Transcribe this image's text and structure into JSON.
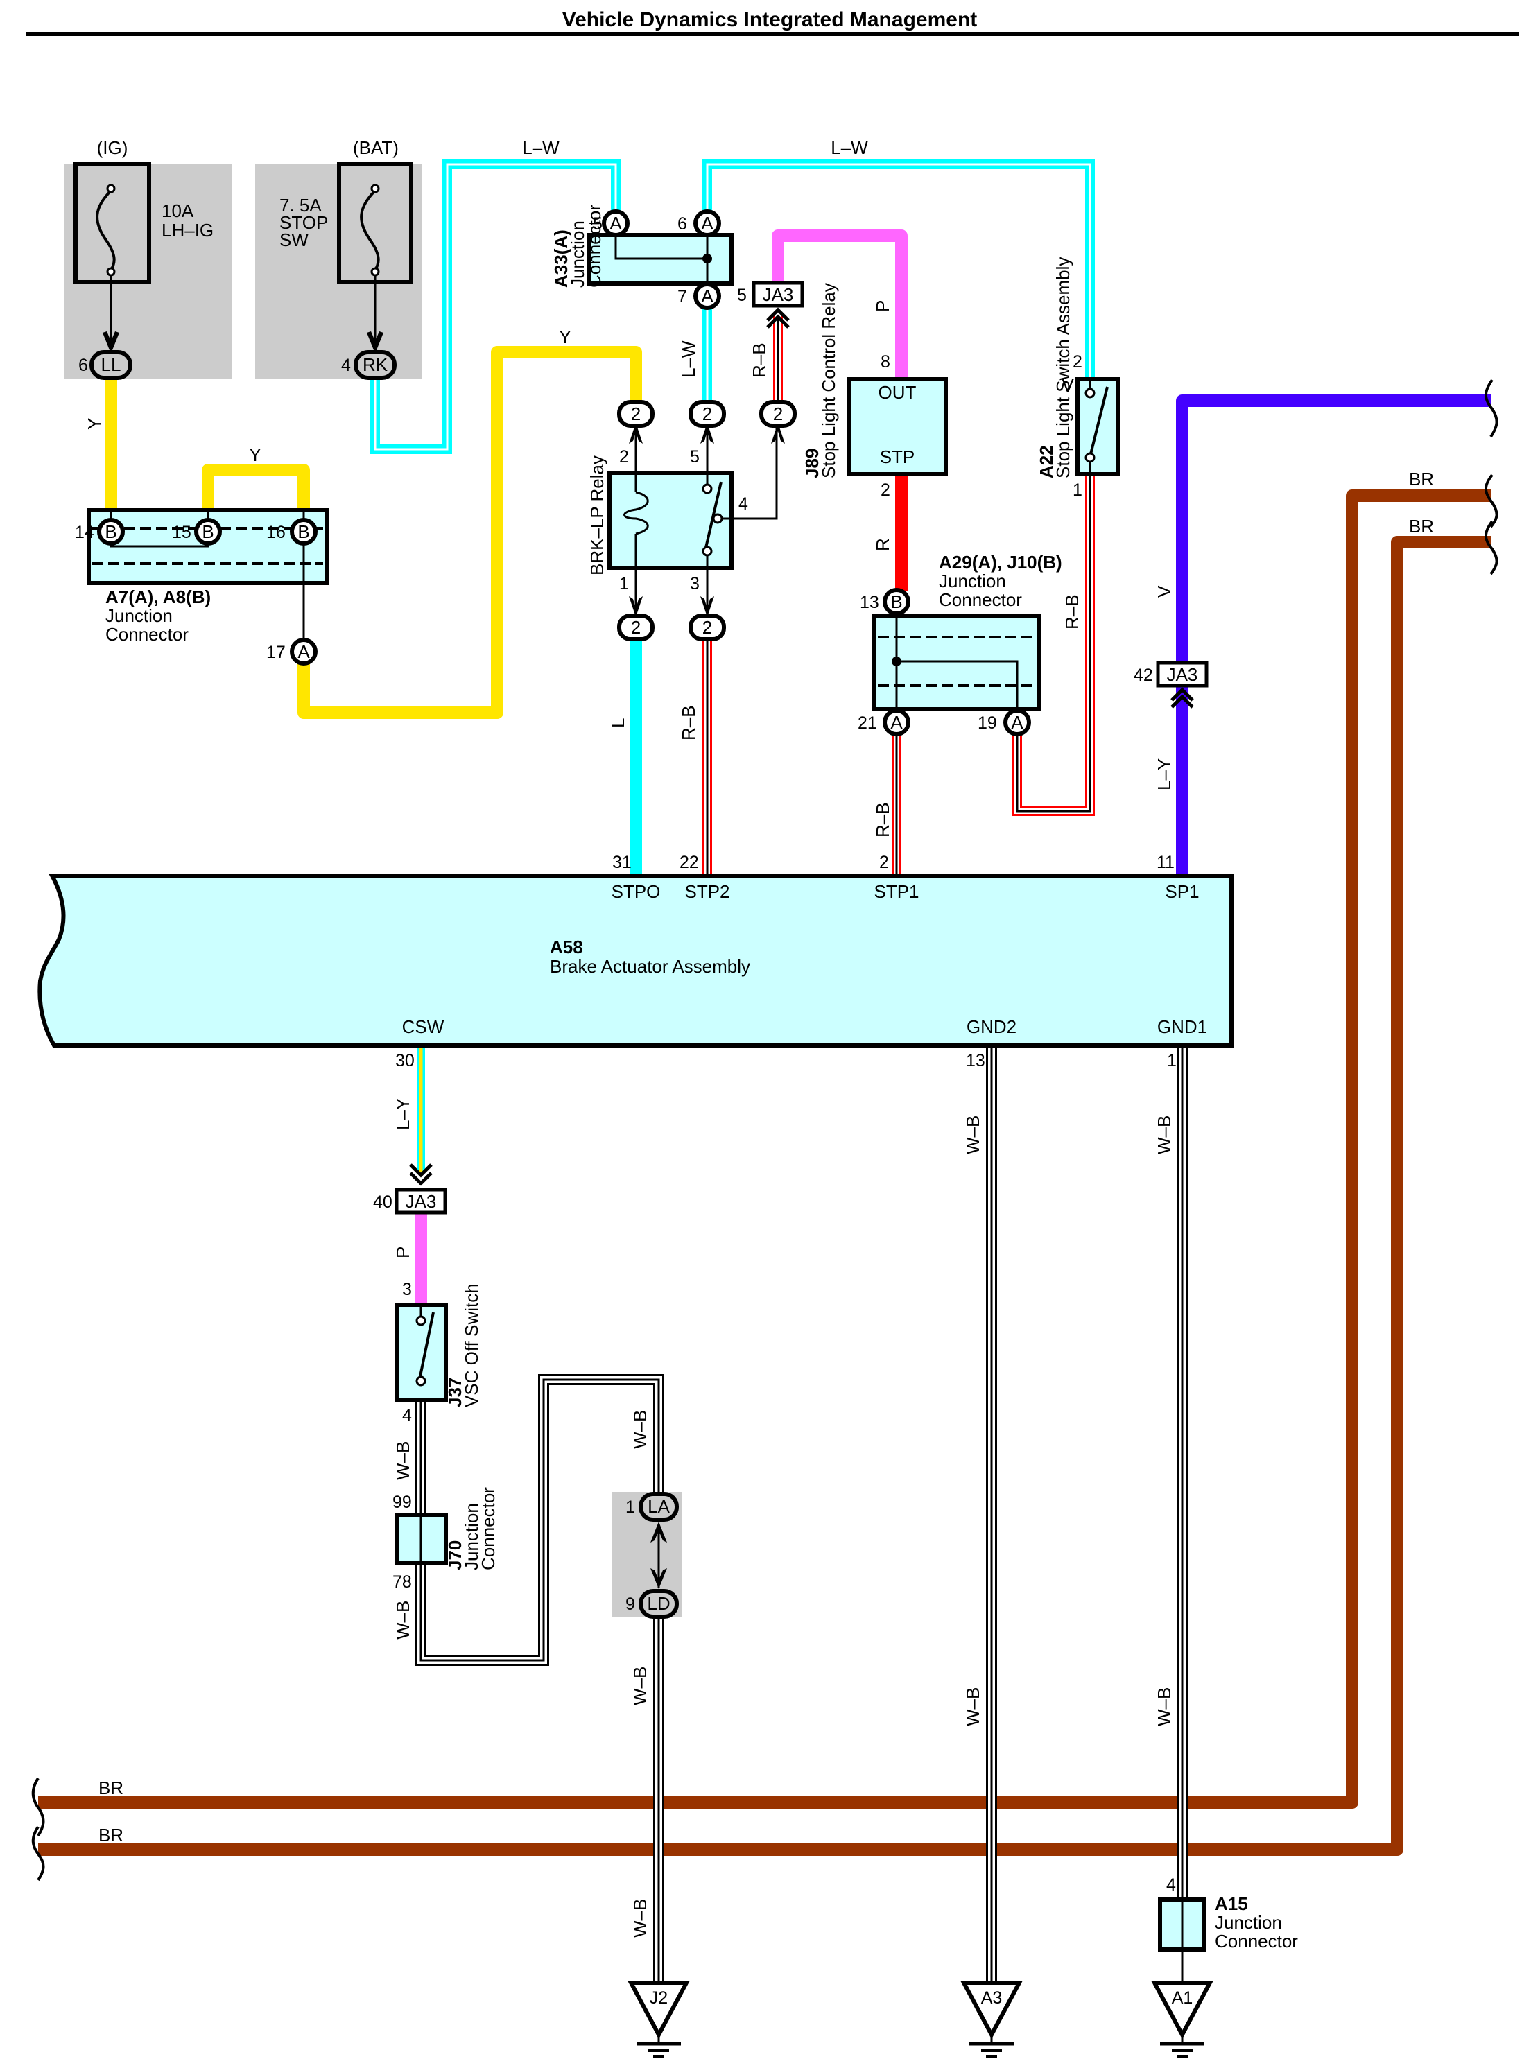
{
  "title": "Vehicle Dynamics Integrated Management",
  "colors": {
    "component_fill": "#ccffff",
    "shaded_block": "#cccccc",
    "wire_L": "#00ffff",
    "wire_Y": "#ffe600",
    "wire_P": "#ff66ff",
    "wire_R": "#ff0000",
    "wire_V": "#4400ff",
    "wire_BR": "#993300",
    "wire_W": "#ffffff",
    "wire_B": "#000000"
  },
  "fuses": [
    {
      "supply": "(IG)",
      "rating": "10A",
      "name": "LH–IG",
      "connector": "LL",
      "pin": "6"
    },
    {
      "supply": "(BAT)",
      "rating": "7. 5A",
      "name_line1": "STOP",
      "name_line2": "SW",
      "connector": "RK",
      "pin": "4"
    }
  ],
  "components": {
    "a7_a8": {
      "id": "A7(A), A8(B)",
      "line1": "Junction",
      "line2": "Connector",
      "pins": [
        {
          "num": "14",
          "conn": "B"
        },
        {
          "num": "15",
          "conn": "B"
        },
        {
          "num": "16",
          "conn": "B"
        },
        {
          "num": "17",
          "conn": "A"
        }
      ]
    },
    "a33": {
      "id": "A33(A)",
      "line1": "Junction",
      "line2": "Connector",
      "pins": [
        {
          "num": "5",
          "conn": "A"
        },
        {
          "num": "6",
          "conn": "A"
        },
        {
          "num": "7",
          "conn": "A"
        }
      ]
    },
    "brk_lp": {
      "name": "BRK–LP Relay",
      "pins": [
        "2",
        "5",
        "4",
        "1",
        "3"
      ],
      "inline_conn": "2"
    },
    "j89": {
      "id": "J89",
      "name": "Stop Light Control Relay",
      "top_label": "OUT",
      "bottom_label": "STP",
      "pin_top": "8",
      "pin_bottom": "2"
    },
    "a22": {
      "id": "A22",
      "name": "Stop Light Switch Assembly",
      "pin_top": "2",
      "pin_bottom": "1"
    },
    "a29_j10": {
      "id": "A29(A), J10(B)",
      "line1": "Junction",
      "line2": "Connector",
      "pins": [
        {
          "num": "13",
          "conn": "B"
        },
        {
          "num": "21",
          "conn": "A"
        },
        {
          "num": "19",
          "conn": "A"
        }
      ]
    },
    "a58": {
      "id": "A58",
      "name": "Brake Actuator Assembly",
      "top_pins": [
        {
          "num": "31",
          "name": "STPO"
        },
        {
          "num": "22",
          "name": "STP2"
        },
        {
          "num": "2",
          "name": "STP1"
        },
        {
          "num": "11",
          "name": "SP1"
        }
      ],
      "bottom_pins": [
        {
          "num": "30",
          "name": "CSW"
        },
        {
          "num": "13",
          "name": "GND2"
        },
        {
          "num": "1",
          "name": "GND1"
        }
      ]
    },
    "j37": {
      "id": "J37",
      "name": "VSC Off Switch",
      "pin_top": "3",
      "pin_bottom": "4"
    },
    "j70": {
      "id": "J70",
      "line1": "Junction",
      "line2": "Connector",
      "pin_top": "99",
      "pin_bottom": "78"
    },
    "la_ld": {
      "top": {
        "pin": "1",
        "conn": "LA"
      },
      "bottom": {
        "pin": "9",
        "conn": "LD"
      }
    },
    "a15": {
      "id": "A15",
      "line1": "Junction",
      "line2": "Connector",
      "pin": "4"
    }
  },
  "junction_ja3": [
    {
      "pin": "5",
      "label": "JA3"
    },
    {
      "pin": "42",
      "label": "JA3"
    },
    {
      "pin": "40",
      "label": "JA3"
    }
  ],
  "grounds": [
    "J2",
    "A3",
    "A1"
  ],
  "wire_labels": {
    "lw": "L–W",
    "y": "Y",
    "l": "L",
    "rb": "R–B",
    "r": "R",
    "p": "P",
    "v": "V",
    "br": "BR",
    "ly": "L–Y",
    "wb": "W–B"
  }
}
